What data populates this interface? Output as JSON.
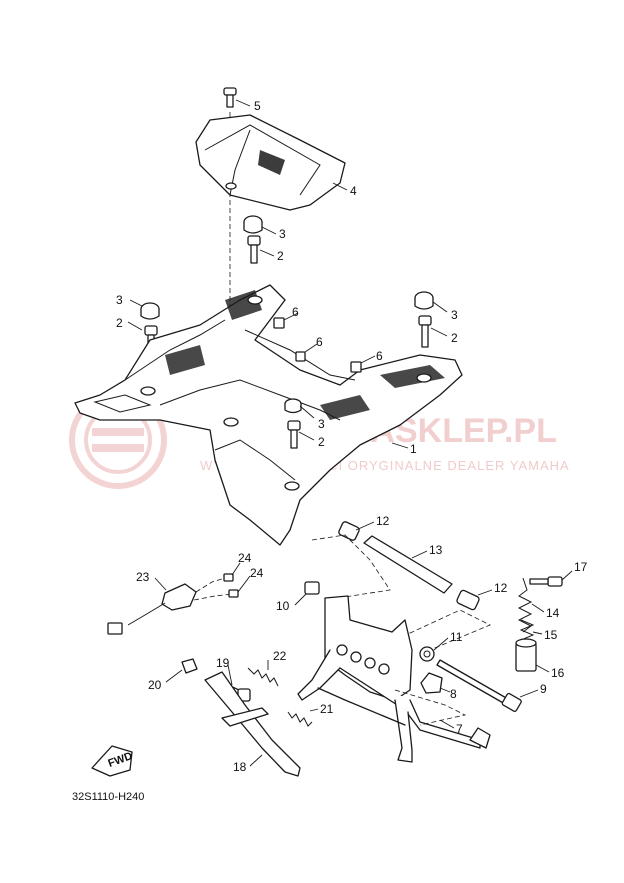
{
  "callouts": {
    "p1": "1",
    "p2a": "2",
    "p2b": "2",
    "p2c": "2",
    "p2d": "2",
    "p3a": "3",
    "p3b": "3",
    "p3c": "3",
    "p3d": "3",
    "p4": "4",
    "p5": "5",
    "p6a": "6",
    "p6b": "6",
    "p6c": "6",
    "p7": "7",
    "p8": "8",
    "p9": "9",
    "p10": "10",
    "p11": "11",
    "p12a": "12",
    "p12b": "12",
    "p13": "13",
    "p14": "14",
    "p15": "15",
    "p16": "16",
    "p17": "17",
    "p18": "18",
    "p19": "19",
    "p20": "20",
    "p21": "21",
    "p22": "22",
    "p23": "23",
    "p24a": "24",
    "p24b": "24"
  },
  "diagram_code": "32S1110-H240",
  "fwd_label": "FWD",
  "watermark": {
    "brand": "YAMASKLEP.PL",
    "tagline": "WYLĄCZNIE CZĘŚCI ORYGINALNE DEALER YAMAHA"
  },
  "colors": {
    "line": "#1a1a1a",
    "watermark": "#e8a8a8"
  }
}
